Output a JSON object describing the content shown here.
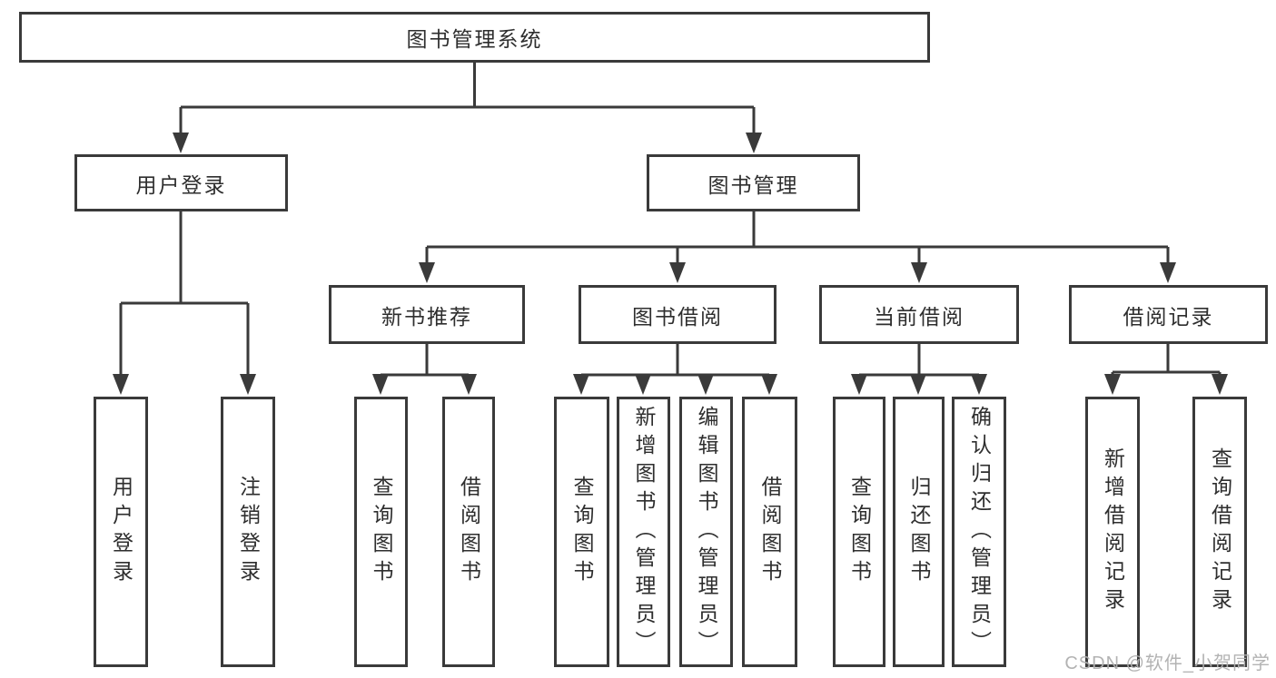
{
  "colors": {
    "line": "#3a3a3a",
    "box_border": "#3a3a3a",
    "text": "#2e2e2e",
    "watermark": "#afafaf"
  },
  "diagram": {
    "root": "图书管理系统",
    "level2": [
      {
        "label": "用户登录",
        "children": [
          "用户登录",
          "注销登录"
        ]
      },
      {
        "label": "图书管理",
        "children": [
          {
            "label": "新书推荐",
            "children": [
              "查询图书",
              "借阅图书"
            ]
          },
          {
            "label": "图书借阅",
            "children": [
              "查询图书",
              "新增图书（管理员）",
              "编辑图书（管理员）",
              "借阅图书"
            ]
          },
          {
            "label": "当前借阅",
            "children": [
              "查询图书",
              "归还图书",
              "确认归还（管理员）"
            ]
          },
          {
            "label": "借阅记录",
            "children": [
              "新增借阅记录",
              "查询借阅记录"
            ]
          }
        ]
      }
    ],
    "watermark": "CSDN @软件_小贺同学"
  }
}
